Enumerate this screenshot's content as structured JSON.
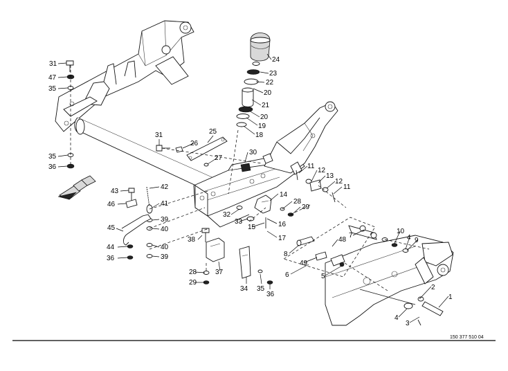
{
  "drawing": {
    "code": "150 377 510 04",
    "callouts": [
      {
        "label": "1"
      },
      {
        "label": "2"
      },
      {
        "label": "3"
      },
      {
        "label": "4"
      },
      {
        "label": "4"
      },
      {
        "label": "5"
      },
      {
        "label": "6"
      },
      {
        "label": "7"
      },
      {
        "label": "8"
      },
      {
        "label": "9"
      },
      {
        "label": "10"
      },
      {
        "label": "11"
      },
      {
        "label": "11"
      },
      {
        "label": "12"
      },
      {
        "label": "12"
      },
      {
        "label": "13"
      },
      {
        "label": "14"
      },
      {
        "label": "15"
      },
      {
        "label": "16"
      },
      {
        "label": "17"
      },
      {
        "label": "18"
      },
      {
        "label": "19"
      },
      {
        "label": "20"
      },
      {
        "label": "20"
      },
      {
        "label": "21"
      },
      {
        "label": "22"
      },
      {
        "label": "23"
      },
      {
        "label": "24"
      },
      {
        "label": "25"
      },
      {
        "label": "26"
      },
      {
        "label": "27"
      },
      {
        "label": "28"
      },
      {
        "label": "28"
      },
      {
        "label": "29"
      },
      {
        "label": "29"
      },
      {
        "label": "30"
      },
      {
        "label": "31"
      },
      {
        "label": "31"
      },
      {
        "label": "32"
      },
      {
        "label": "33"
      },
      {
        "label": "34"
      },
      {
        "label": "35"
      },
      {
        "label": "35"
      },
      {
        "label": "35"
      },
      {
        "label": "36"
      },
      {
        "label": "36"
      },
      {
        "label": "36"
      },
      {
        "label": "37"
      },
      {
        "label": "38"
      },
      {
        "label": "39"
      },
      {
        "label": "39"
      },
      {
        "label": "40"
      },
      {
        "label": "40"
      },
      {
        "label": "41"
      },
      {
        "label": "42"
      },
      {
        "label": "43"
      },
      {
        "label": "44"
      },
      {
        "label": "45"
      },
      {
        "label": "46"
      },
      {
        "label": "47"
      },
      {
        "label": "48"
      },
      {
        "label": "49"
      }
    ]
  }
}
